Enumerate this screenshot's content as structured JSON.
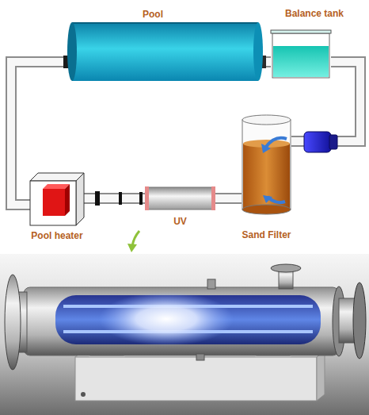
{
  "diagram": {
    "nodes": [
      {
        "text": [
          "Pool"
        ]
      },
      {
        "text": [
          "Balance tank"
        ]
      },
      {
        "text": [
          "Pool heater"
        ]
      },
      {
        "text": [
          "UV"
        ]
      },
      {
        "text": [
          "Sand Filter"
        ]
      }
    ],
    "edges": [
      {
        "from": 0,
        "to": 1,
        "arrow": "none"
      },
      {
        "from": 1,
        "to": 4,
        "arrow": "none"
      },
      {
        "from": 4,
        "to": 3,
        "arrow": "none"
      },
      {
        "from": 3,
        "to": 2,
        "arrow": "none"
      },
      {
        "from": 2,
        "to": 0,
        "arrow": "none"
      }
    ]
  }
}
